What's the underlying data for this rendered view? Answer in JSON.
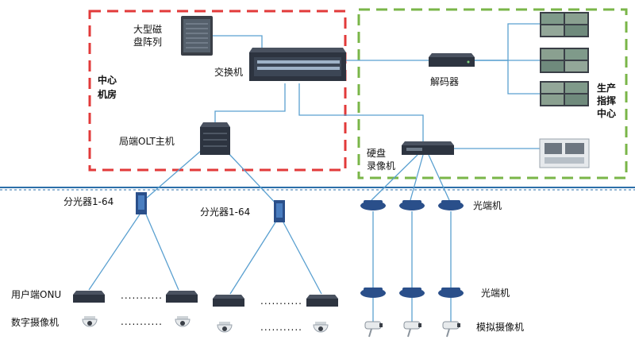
{
  "zones": {
    "center_room": {
      "label_line1": "中心",
      "label_line2": "机房",
      "border_color": "#e23a3a"
    },
    "production_center": {
      "label_line1": "生产",
      "label_line2": "指挥",
      "label_line3": "中心",
      "border_color": "#7ab648"
    }
  },
  "devices": {
    "disk_array": {
      "label_line1": "大型磁",
      "label_line2": "盘阵列"
    },
    "switch": {
      "label": "交换机"
    },
    "olt_host": {
      "label": "局端OLT主机"
    },
    "decoder": {
      "label": "解码器"
    },
    "dvr": {
      "label_line1": "硬盘",
      "label_line2": "录像机"
    },
    "splitter_1": {
      "label": "分光器1-64"
    },
    "splitter_2": {
      "label": "分光器1-64"
    },
    "optical_transceiver_top": {
      "label": "光端机"
    },
    "optical_transceiver_bottom": {
      "label": "光端机"
    },
    "onu": {
      "label": "用户端ONU"
    },
    "digital_camera": {
      "label": "数字摄像机"
    },
    "analog_camera": {
      "label": "模拟摄像机"
    }
  },
  "ellipsis": "...........",
  "colors": {
    "link_line": "#5aa0d0",
    "ground_line": "#2b6fa8",
    "device_dark": "#2d3440",
    "device_blue": "#2a4f8a"
  }
}
